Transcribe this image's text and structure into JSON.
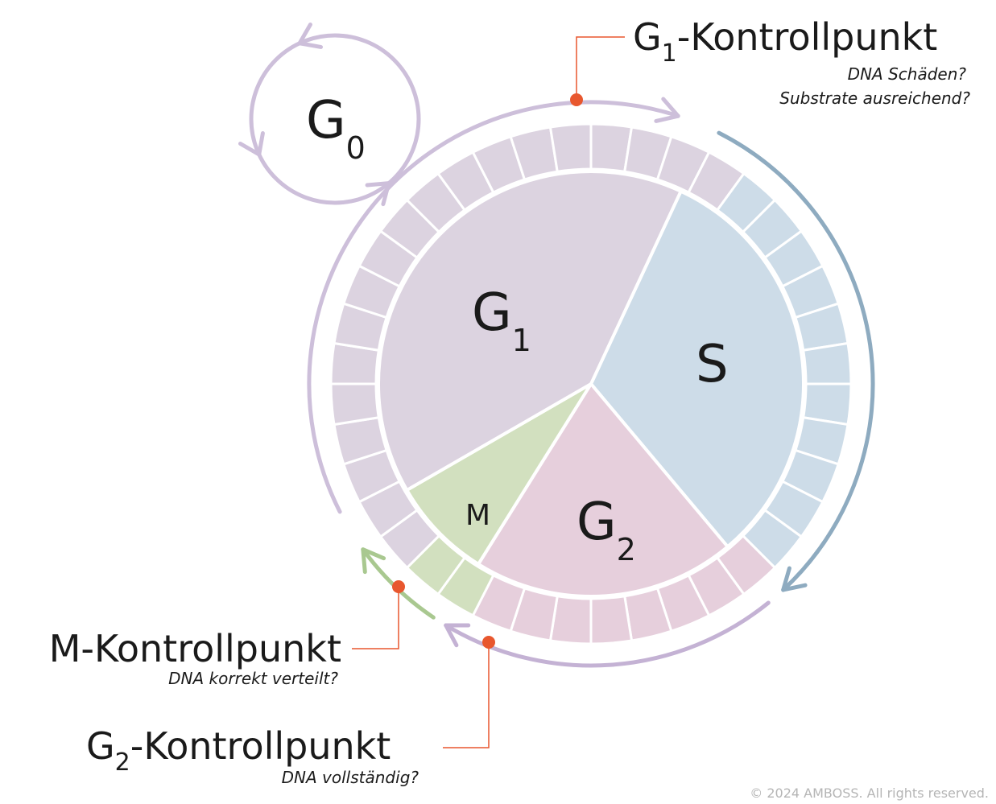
{
  "phases": {
    "g0": {
      "main": "G",
      "sub": "0"
    },
    "g1": {
      "main": "G",
      "sub": "1"
    },
    "s": {
      "main": "S"
    },
    "g2": {
      "main": "G",
      "sub": "2"
    },
    "m": {
      "main": "M"
    }
  },
  "checkpoints": {
    "g1": {
      "main": "G",
      "sub": "1",
      "rest": "-Kontrollpunkt",
      "questions": [
        "DNA Schäden?",
        "Substrate ausreichend?"
      ]
    },
    "m": {
      "title": "M-Kontrollpunkt",
      "question": "DNA korrekt verteilt?"
    },
    "g2": {
      "main": "G",
      "sub": "2",
      "rest": "-Kontrollpunkt",
      "question": "DNA vollständig?"
    }
  },
  "copyright": "© 2024 AMBOSS. All rights reserved.",
  "colors": {
    "g1_fill": "#dcd3e0",
    "s_fill": "#cddce8",
    "g2_fill": "#e6cfdc",
    "m_fill": "#d2e0bf",
    "g1_arrow": "#cdbfda",
    "s_arrow": "#8eabc0",
    "m_arrow": "#a9c890",
    "g2_arrow": "#c4b2d4",
    "checkpoint": "#e8572e"
  }
}
